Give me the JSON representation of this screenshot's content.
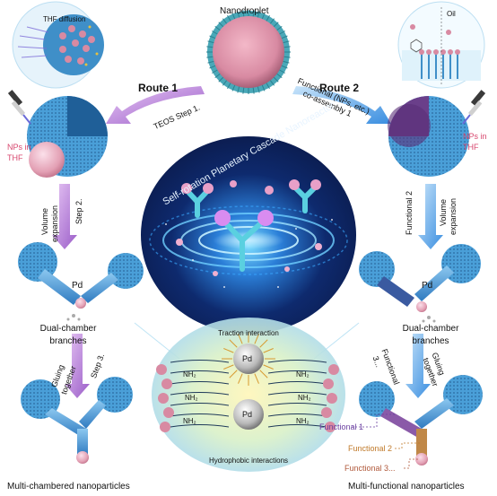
{
  "labels": {
    "nanodroplet": "Nanodroplet",
    "route1": "Route 1",
    "route2": "Route 2",
    "teos_step1": "TEOS Step 1.",
    "functional_step": "Functional (NPs, etc.)",
    "coassembly": "co-assembly 1",
    "thf_diffusion": "THF diffusion",
    "oil": "Oil",
    "nps_in": "NPs in",
    "thf": "THF",
    "arc_title": "Self-rotation Planetary Cascade Nanoreactor",
    "volume_expansion_left_1": "Volume",
    "volume_expansion_left_2": "expansion",
    "step2": "Step 2.",
    "volume_expansion_right_1": "Volume",
    "volume_expansion_right_2": "expansion",
    "functional2": "Functional 2",
    "pd": "Pd",
    "dual_chamber_1": "Dual-chamber",
    "dual_chamber_2": "branches",
    "gluing_1": "Gluing",
    "gluing_2": "together",
    "step3": "Step 3.",
    "functional3_a": "Functional",
    "functional3_b": "3...",
    "traction": "Traction interaction",
    "hydrophobic": "Hydrophobic interactions",
    "nh2": "NH₂",
    "multi_chambered": "Multi-chambered nanoparticles",
    "multi_functional": "Multi-functional nanoparticles",
    "functional_1": "Functional 1",
    "functional_2": "Functional 2",
    "functional_3": "Functional 3..."
  },
  "colors": {
    "silica_blue": "#4a9fd8",
    "core_pink": "#e3a0b4",
    "route_purple": "#b87bd6",
    "route_blue": "#5aa8e8",
    "galaxy_dark": "#0b1a4a",
    "label_pink": "#d8486f"
  }
}
